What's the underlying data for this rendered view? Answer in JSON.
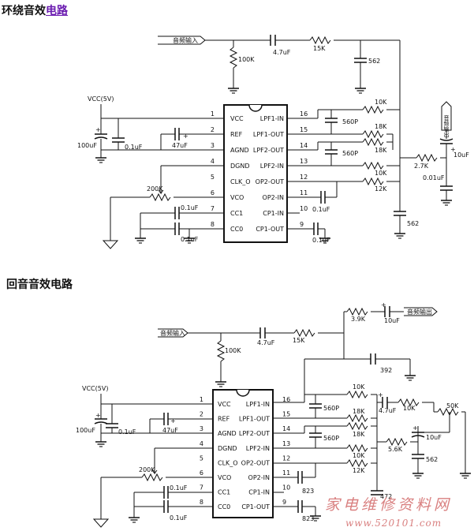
{
  "titles": {
    "top_prefix": "环绕音效",
    "top_link": "电路",
    "bottom": "回音音效电路"
  },
  "colors": {
    "link": "#6a1bb0",
    "ink": "#111111",
    "watermark": "#d98080"
  },
  "chip_pins": {
    "left": [
      {
        "num": "1",
        "name": "VCC"
      },
      {
        "num": "2",
        "name": "REF"
      },
      {
        "num": "3",
        "name": "AGND"
      },
      {
        "num": "4",
        "name": "DGND"
      },
      {
        "num": "5",
        "name": "CLK_O"
      },
      {
        "num": "6",
        "name": "VCO"
      },
      {
        "num": "7",
        "name": "CC1"
      },
      {
        "num": "8",
        "name": "CC0"
      }
    ],
    "right": [
      {
        "num": "16",
        "name": "LPF1-IN"
      },
      {
        "num": "15",
        "name": "LPF1-OUT"
      },
      {
        "num": "14",
        "name": "LPF2-OUT"
      },
      {
        "num": "13",
        "name": "LPF2-IN"
      },
      {
        "num": "12",
        "name": "OP2-OUT"
      },
      {
        "num": "11",
        "name": "OP2-IN"
      },
      {
        "num": "10",
        "name": "CP1-IN"
      },
      {
        "num": "9",
        "name": "CP1-OUT"
      }
    ]
  },
  "top": {
    "input": "音频输入",
    "output": "音频输出",
    "vcc": "VCC(5V)",
    "labels": {
      "c_in": "4.7uF",
      "r15": "15K",
      "r100": "100K",
      "c562": "562",
      "c100": "100uF",
      "c01": "0.1uF",
      "c47": "47uF",
      "pot": "200K",
      "cc1": "0.1uF",
      "cc0": "0.1uF",
      "r10a": "10K",
      "r18": "18K",
      "r10b": "10K",
      "r12": "12K",
      "c560a": "560P",
      "c560b": "560P",
      "c562b": "562",
      "op_cap": "0.1uF",
      "cp_cap": "0.1uF",
      "r27": "2.7K",
      "c10u": "10uF",
      "c001": "0.01uF"
    }
  },
  "bottom": {
    "input": "音频输入",
    "output": "音频输出",
    "vcc": "VCC(5V)",
    "labels": {
      "c_in": "4.7uF",
      "r15": "15K",
      "r100": "100K",
      "c392": "392",
      "c100": "100uF",
      "c01": "0.1uF",
      "c47": "47uF",
      "pot": "200K",
      "cc1": "0.1uF",
      "cc0": "0.1uF",
      "r39": "3.9K",
      "c10out": "10uF",
      "r10a": "10K",
      "r18": "18K",
      "r10b": "10K",
      "r12": "12K",
      "c560a": "560P",
      "c560b": "560P",
      "c47b": "4.7uF",
      "r10c": "10K",
      "pot50": "50K",
      "r56": "5.6K",
      "c10b": "10uF",
      "c562": "562",
      "c472": "472",
      "c823a": "823",
      "c823b": "823"
    }
  },
  "watermark": {
    "cn": "家电维修资料网",
    "url": "www.520101.com"
  }
}
